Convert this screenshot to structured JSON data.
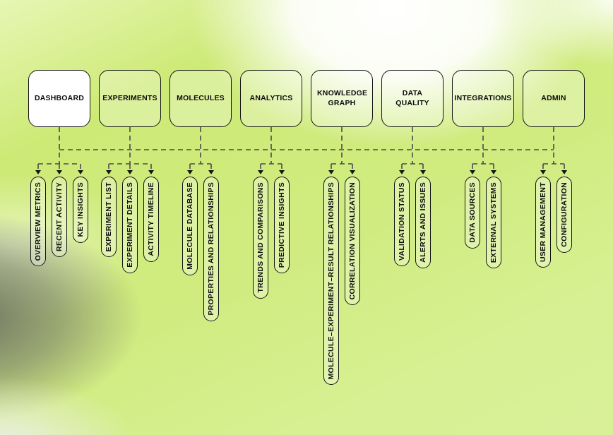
{
  "diagram_type": "sitemap-tree",
  "colors": {
    "background_lime": "#cdeb7d",
    "background_white_glow": "#ffffff",
    "background_gray_blob": "#6e7068",
    "node_border": "#141414",
    "connector_line": "#4a4a4a",
    "active_node_fill": "#ffffff",
    "text": "#0d0d0d"
  },
  "sections": [
    {
      "id": "dashboard",
      "label": "DASHBOARD",
      "children": [
        "OVERVIEW METRICS",
        "RECENT ACTIVITY",
        "KEY INSIGHTS"
      ]
    },
    {
      "id": "experiments",
      "label": "EXPERIMENTS",
      "children": [
        "EXPERIMENT LIST",
        "EXPERIMENT DETAILS",
        "ACTIVITY TIMELINE"
      ]
    },
    {
      "id": "molecules",
      "label": "MOLECULES",
      "children": [
        "MOLECULE DATABASE",
        "PROPERTIES AND RELATIONSHIPS"
      ]
    },
    {
      "id": "analytics",
      "label": "ANALYTICS",
      "children": [
        "TRENDS AND COMPARISONS",
        "PREDICTIVE INSIGHTS"
      ]
    },
    {
      "id": "knowledge-graph",
      "label": "KNOWLEDGE GRAPH",
      "children": [
        "MOLECULE–EXPERIMENT–RESULT RELATIONSHIPS",
        "CORRELATION VISUALIZATION"
      ]
    },
    {
      "id": "data-quality",
      "label": "DATA QUALITY",
      "children": [
        "VALIDATION STATUS",
        "ALERTS AND ISSUES"
      ]
    },
    {
      "id": "integrations",
      "label": "INTEGRATIONS",
      "children": [
        "DATA SOURCES",
        "EXTERNAL SYSTEMS"
      ]
    },
    {
      "id": "admin",
      "label": "ADMIN",
      "children": [
        "USER MANAGEMENT",
        "CONFIGURATION"
      ]
    }
  ]
}
